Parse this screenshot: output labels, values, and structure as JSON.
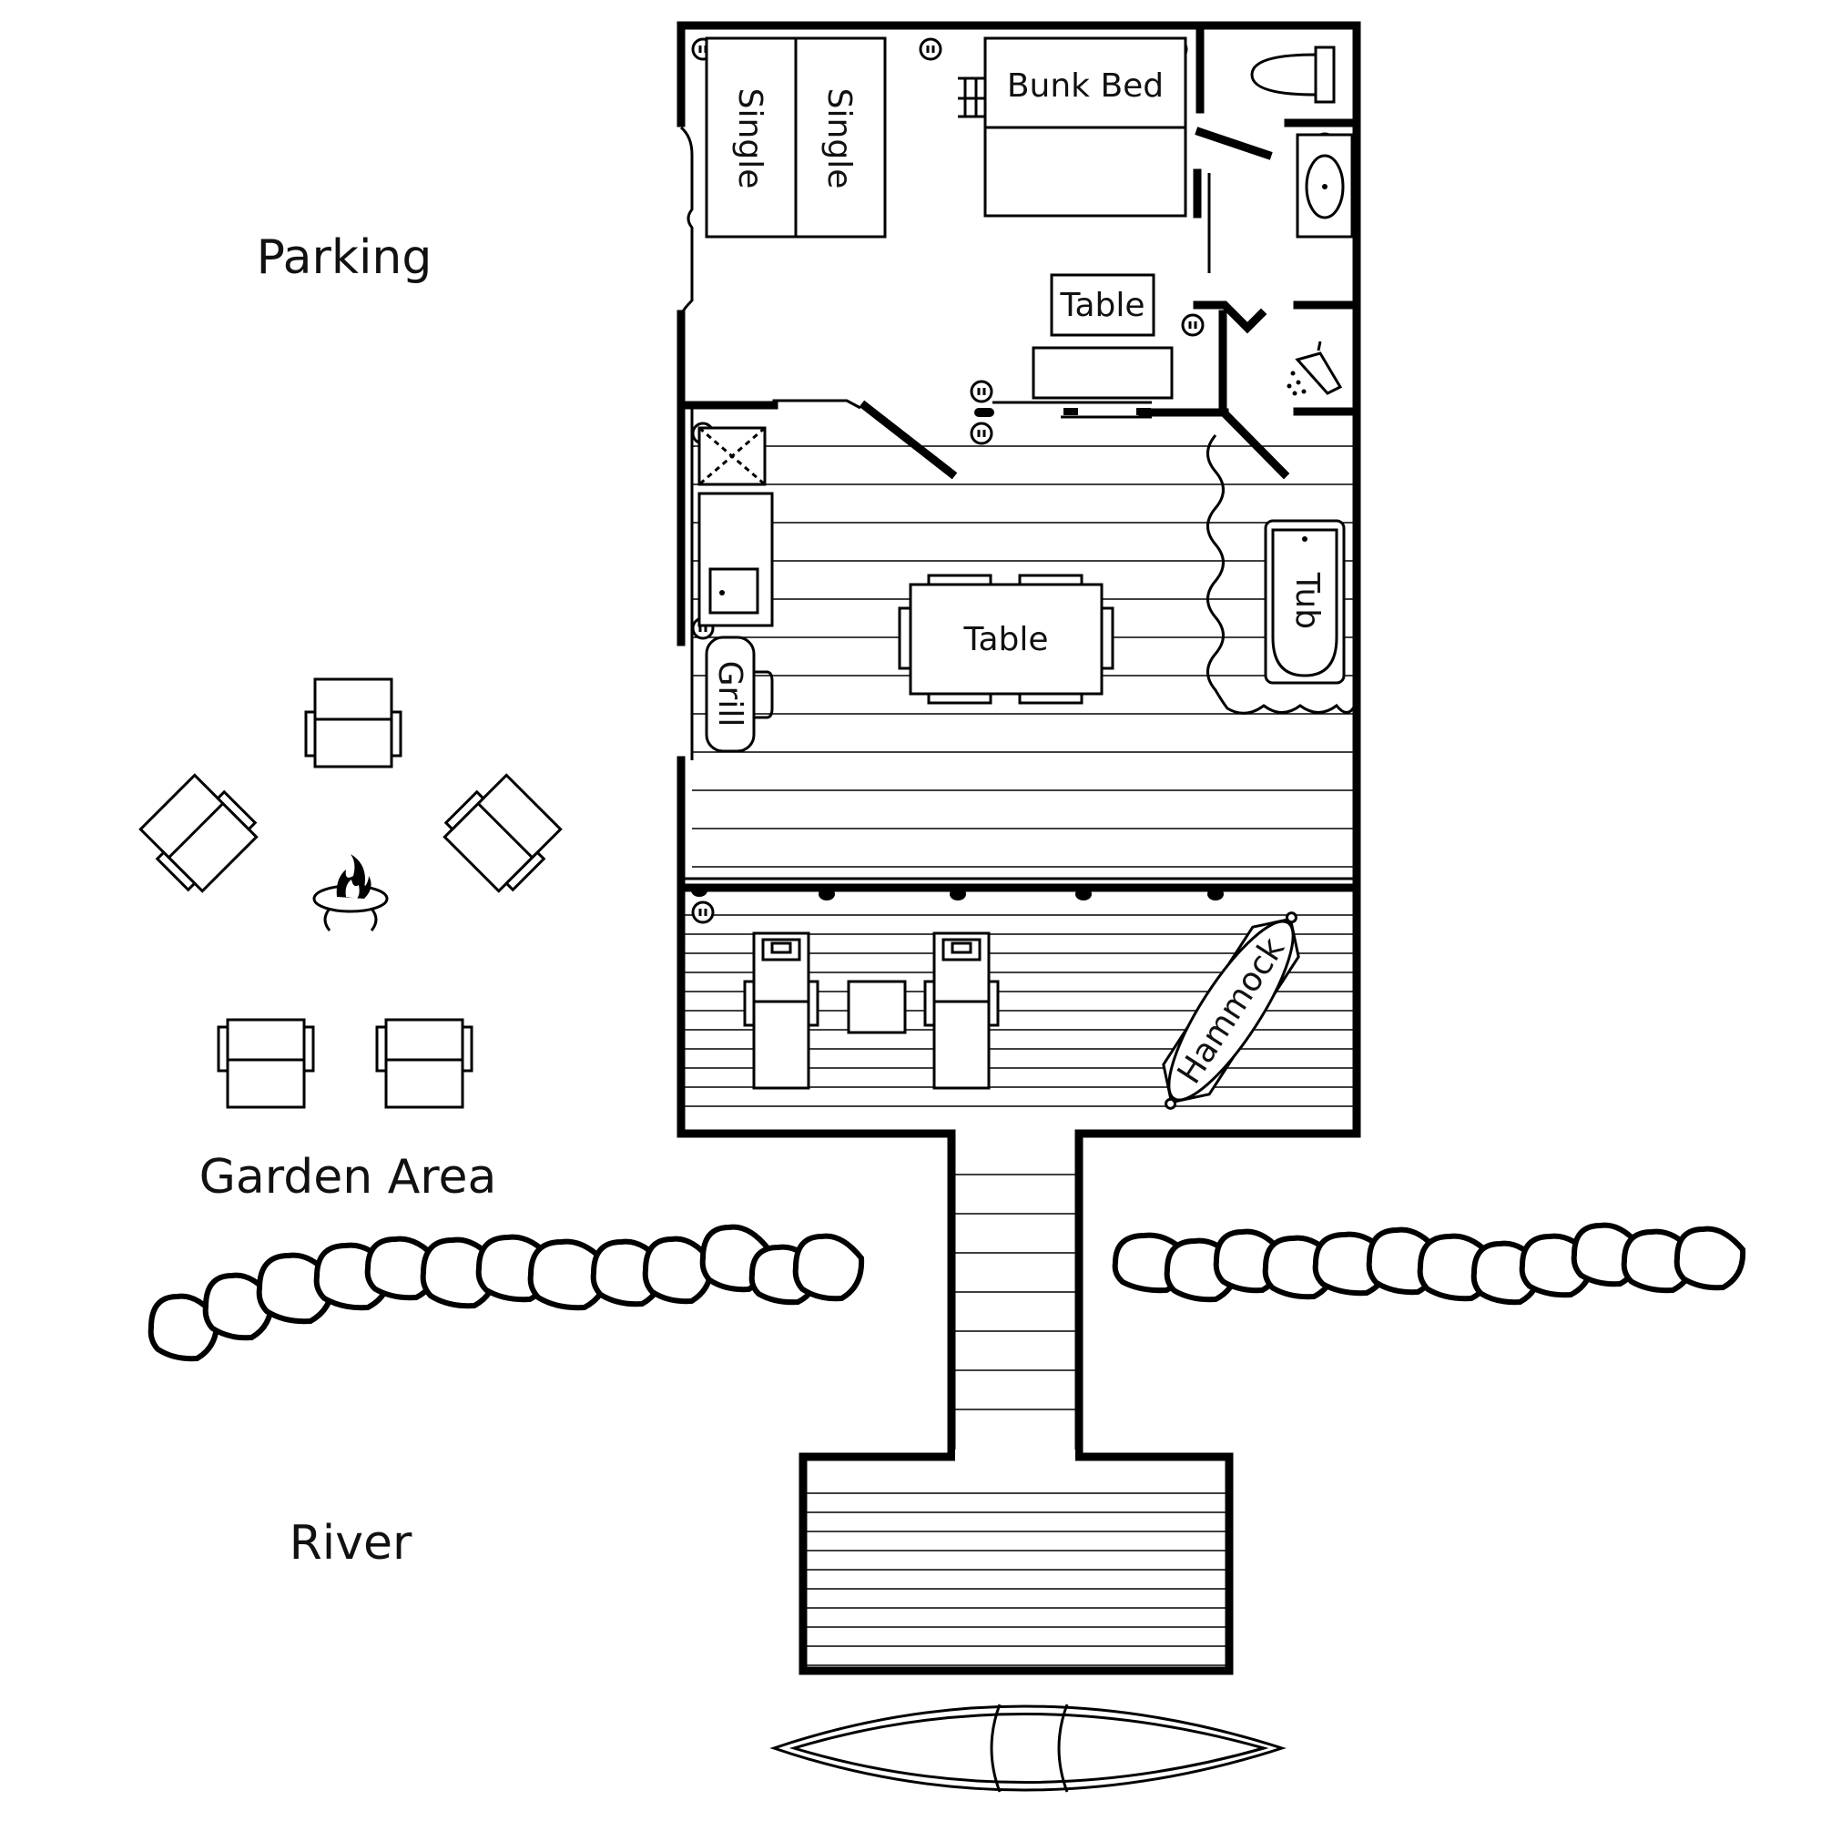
{
  "areas": {
    "parking": "Parking",
    "garden": "Garden Area",
    "river": "River"
  },
  "furniture": {
    "single_1": "Single",
    "single_2": "Single",
    "bunk_bed": "Bunk Bed",
    "bedroom_table": "Table",
    "dining_table": "Table",
    "grill": "Grill",
    "tub": "Tub",
    "hammock": "Hammock"
  },
  "icons": [
    "toilet-icon",
    "sink-icon",
    "shower-icon",
    "fire-pit-icon",
    "canoe-icon",
    "ladder-icon",
    "outlet-icon",
    "lounge-chair-icon",
    "armchair-icon",
    "stone-icon"
  ],
  "colors": {
    "line": "#000000",
    "background": "#ffffff"
  }
}
